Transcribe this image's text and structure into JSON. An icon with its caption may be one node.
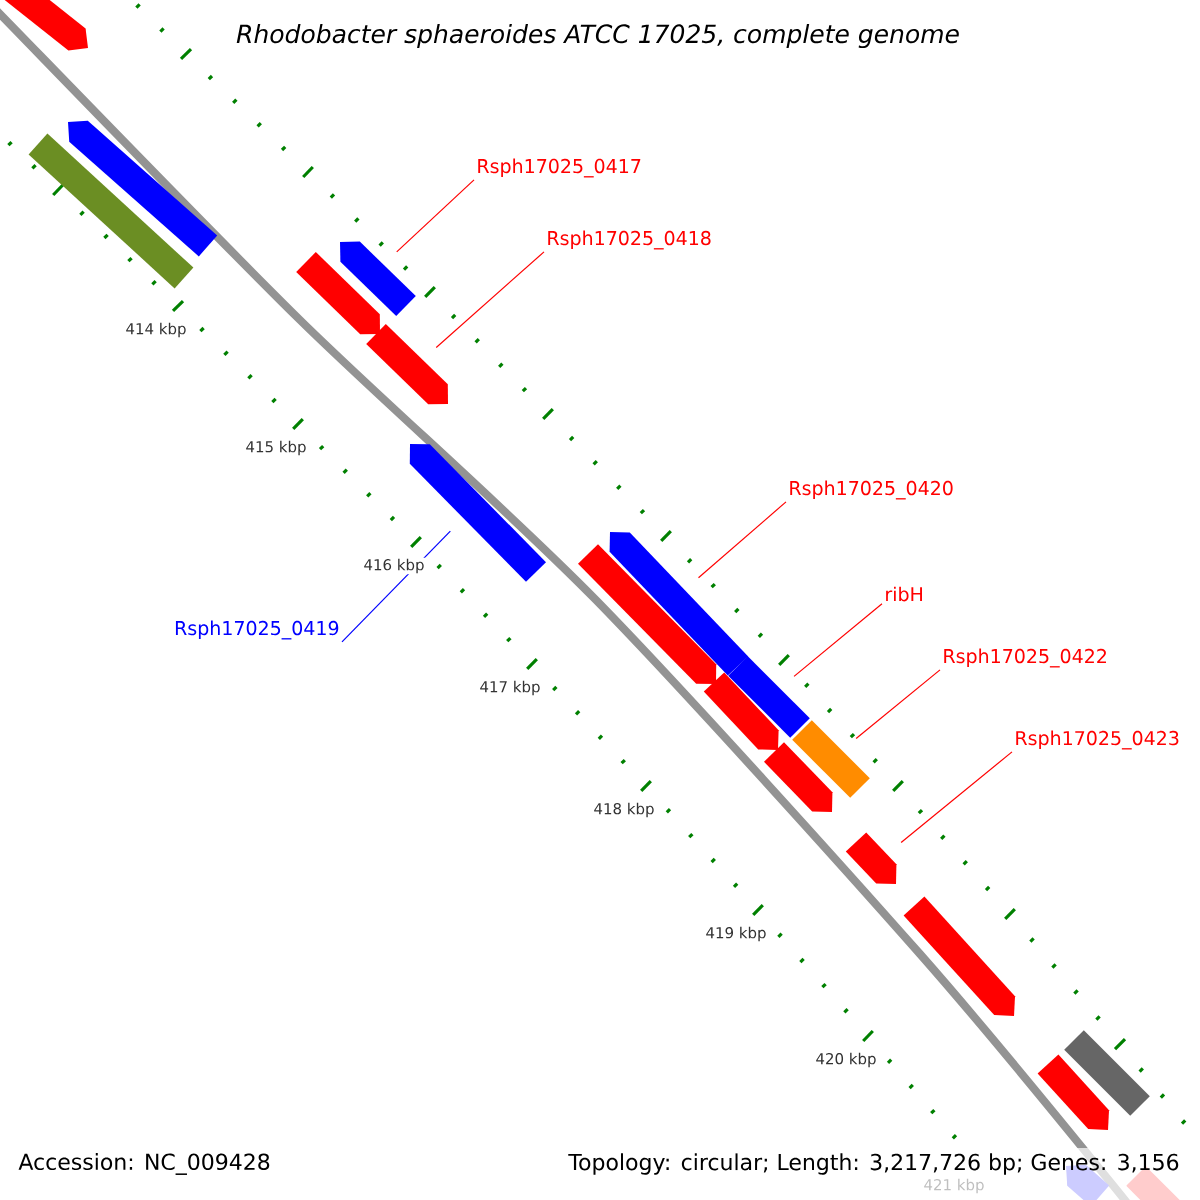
{
  "diagram": {
    "title": "Rhodobacter sphaeroides ATCC 17025, complete genome",
    "nodes": [
      {
        "text": [
          "Rsph17025_0417"
        ]
      },
      {
        "text": [
          "Rsph17025_0418"
        ]
      },
      {
        "text": [
          "Rsph17025_0420"
        ]
      },
      {
        "text": [
          "ribH"
        ]
      },
      {
        "text": [
          "Rsph17025_0419"
        ]
      },
      {
        "text": [
          "Rsph17025_0422"
        ]
      },
      {
        "text": [
          "Rsph17025_0423"
        ]
      },
      {
        "text": [],
        "shape": "pentagon"
      },
      {
        "text": [],
        "shape": "pentagon"
      },
      {
        "text": [],
        "shape": "bar"
      },
      {
        "text": [],
        "shape": "pentagon"
      },
      {
        "text": [],
        "shape": "pentagon"
      },
      {
        "text": [],
        "shape": "pentagon"
      },
      {
        "text": [],
        "shape": "pentagon"
      },
      {
        "text": [],
        "shape": "pentagon"
      },
      {
        "text": [],
        "shape": "pentagon"
      },
      {
        "text": [],
        "shape": "bar"
      },
      {
        "text": [],
        "shape": "pentagon"
      },
      {
        "text": [],
        "shape": "bar"
      },
      {
        "text": [],
        "shape": "pentagon"
      },
      {
        "text": [],
        "shape": "pentagon"
      },
      {
        "text": [],
        "shape": "pentagon"
      },
      {
        "text": [],
        "shape": "bar"
      },
      {
        "text": [],
        "shape": "pentagon"
      },
      {
        "text": [],
        "shape": "pentagon"
      },
      {
        "text": [],
        "shape": "pentagon"
      }
    ],
    "edges": [
      {
        "from": 0,
        "to": 10,
        "arrow": "none"
      },
      {
        "from": 1,
        "to": 12,
        "arrow": "none"
      },
      {
        "from": 2,
        "to": 14,
        "arrow": "none"
      },
      {
        "from": 3,
        "to": 16,
        "arrow": "none"
      },
      {
        "from": 4,
        "to": 13,
        "arrow": "none",
        "color": "#0000ff"
      },
      {
        "from": 5,
        "to": 18,
        "arrow": "none"
      },
      {
        "from": 6,
        "to": 20,
        "arrow": "none"
      }
    ],
    "labels": [
      "414 kbp",
      "415 kbp",
      "416 kbp",
      "417 kbp",
      "418 kbp",
      "419 kbp",
      "420 kbp",
      "421 kbp",
      "Accession: NC_009428",
      "Topology: circular; Length: 3,217,726 bp; Genes: 3,156"
    ]
  }
}
